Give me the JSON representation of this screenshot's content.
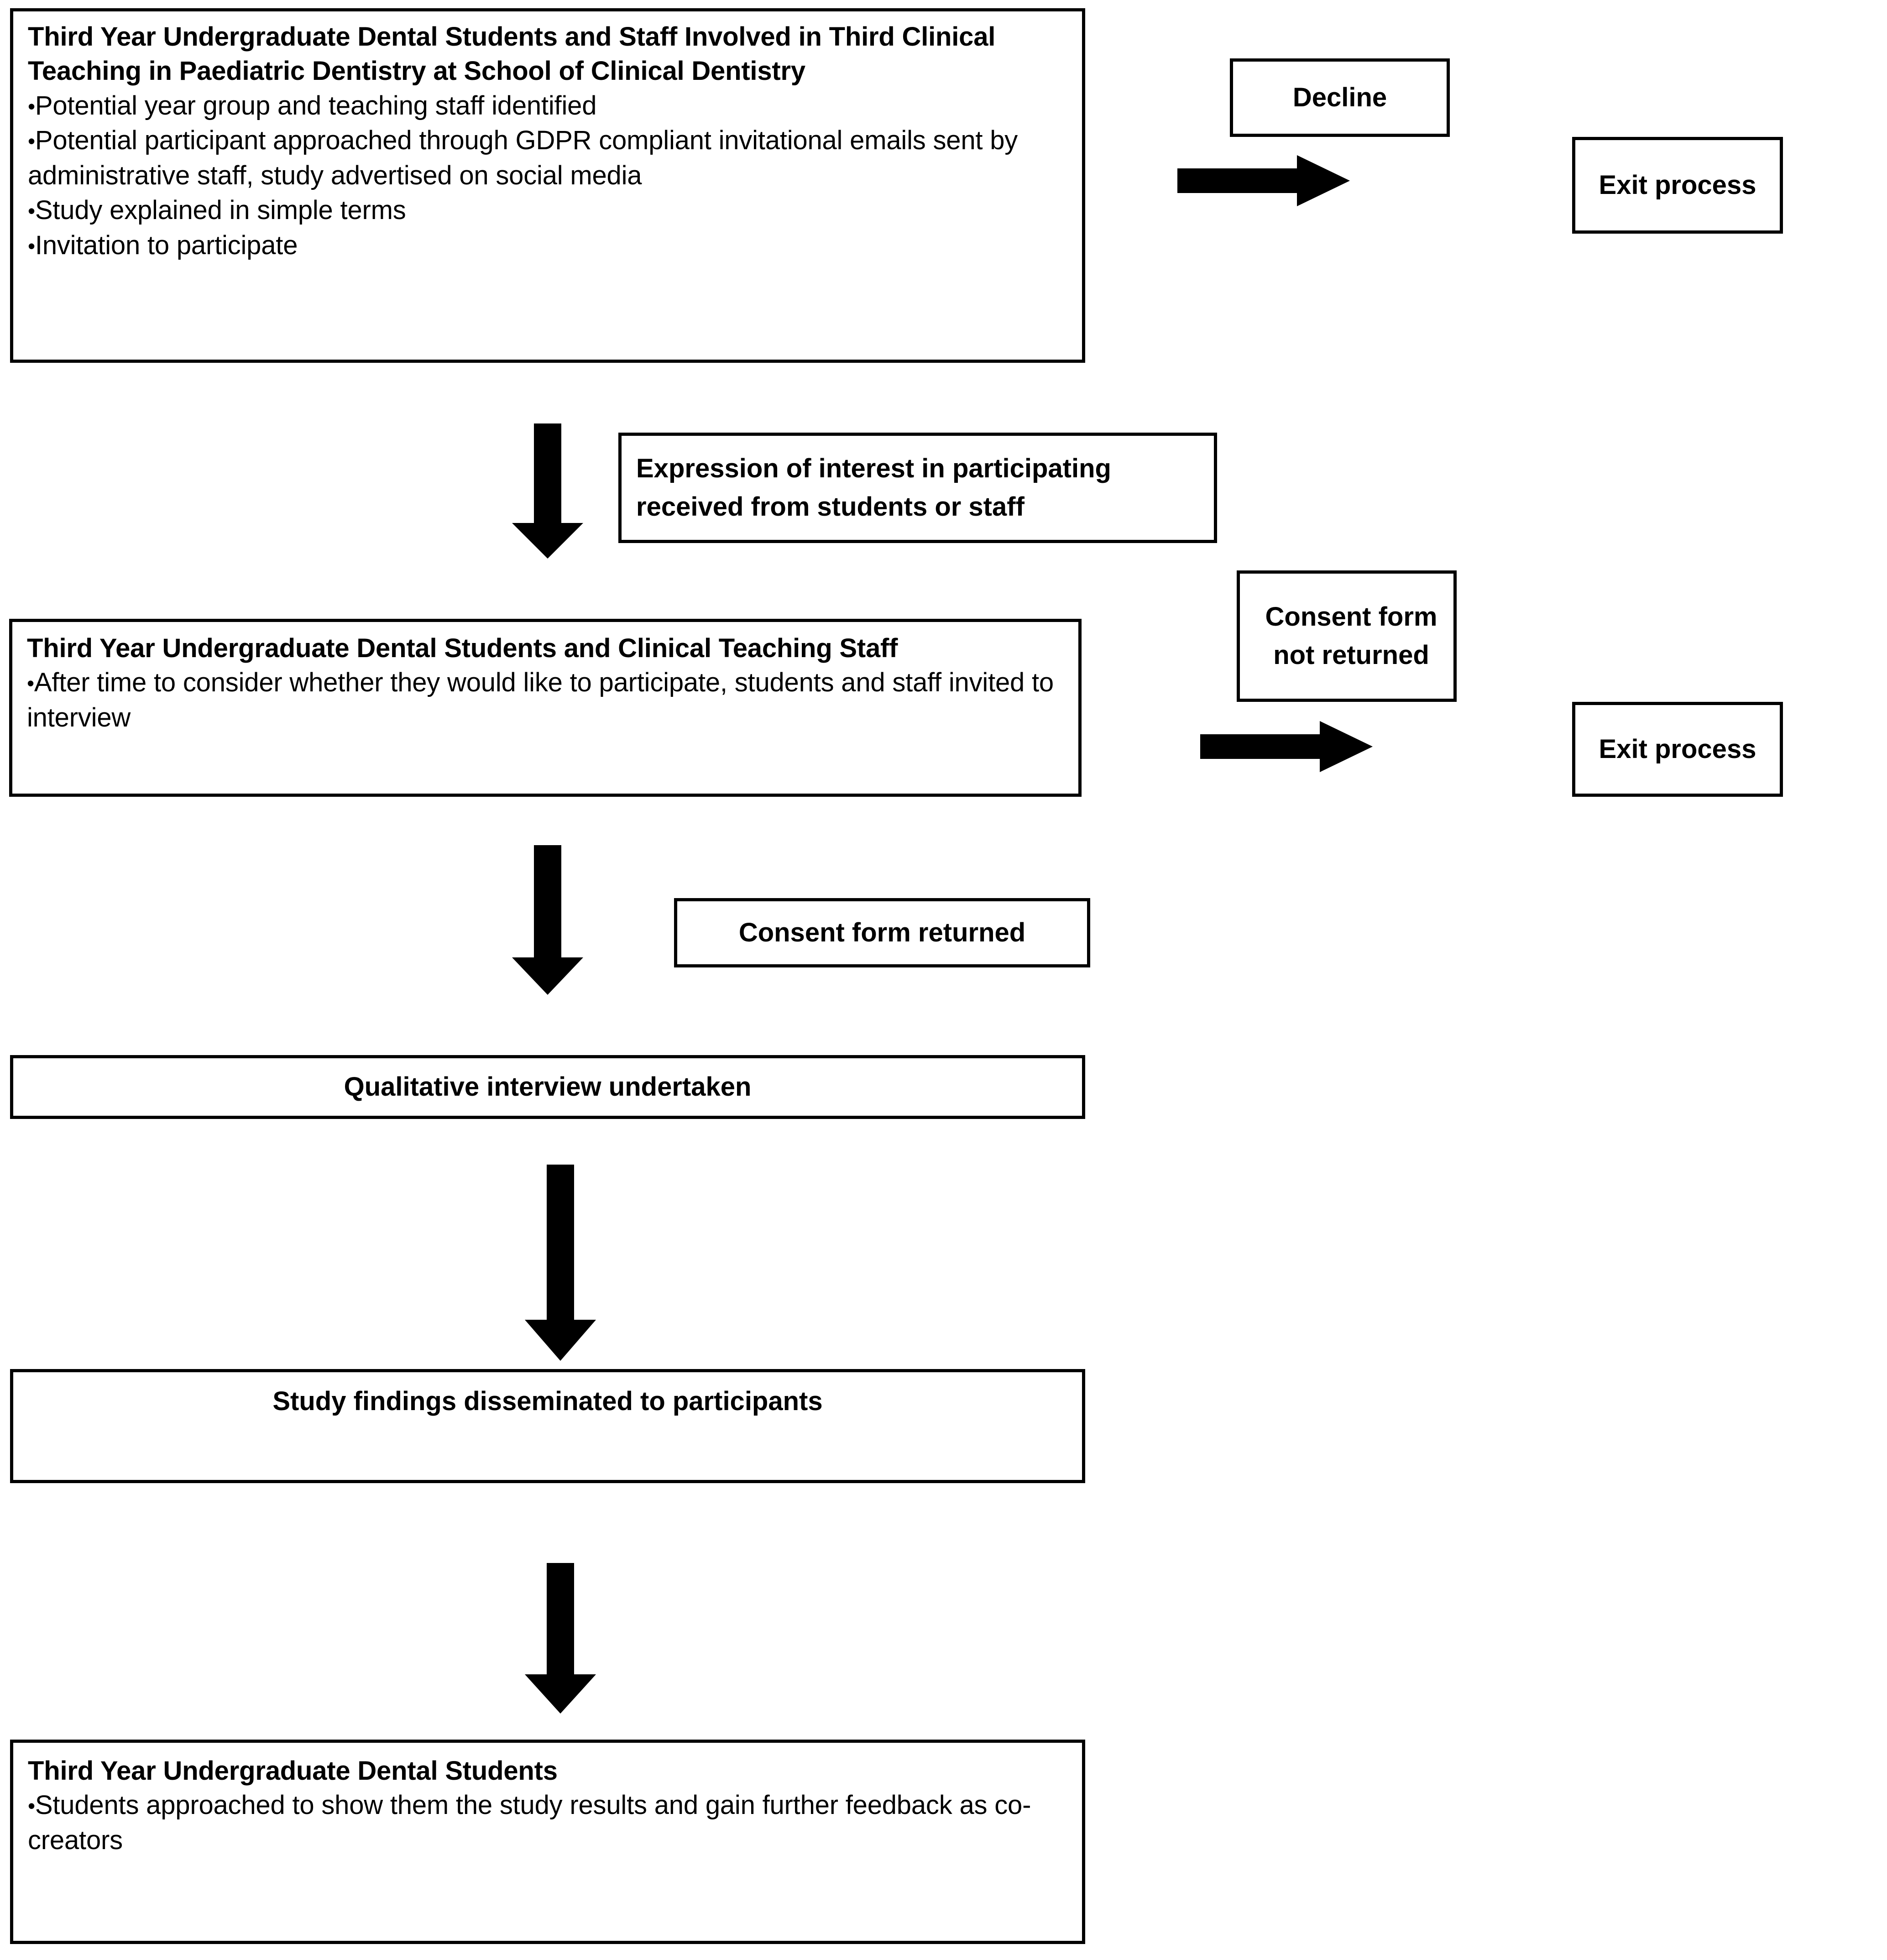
{
  "diagram": {
    "title_semantics": "participant-recruitment-flowchart",
    "stroke_color": "#000000",
    "fill_color": "#ffffff"
  },
  "nodes": {
    "recruitment": {
      "title": "Third Year Undergraduate Dental Students and Staff Involved in Third Clinical Teaching in Paediatric Dentistry at School of Clinical Dentistry",
      "bullets": [
        "Potential year group and teaching staff identified",
        "Potential participant approached through GDPR compliant invitational emails sent by administrative staff, study advertised on social media",
        "Study explained in simple terms",
        "Invitation to participate"
      ]
    },
    "decline": {
      "label": "Decline"
    },
    "exit_process_1": {
      "label": "Exit process"
    },
    "expression_of_interest": {
      "label": "Expression of interest in participating received from students or staff"
    },
    "invited_to_interview": {
      "title": "Third Year Undergraduate Dental Students and Clinical Teaching Staff",
      "bullets": [
        "After time to consider whether they would like to participate, students and staff invited to interview"
      ]
    },
    "consent_not_returned": {
      "label": "Consent form not returned"
    },
    "exit_process_2": {
      "label": "Exit process"
    },
    "consent_returned": {
      "label": "Consent form returned"
    },
    "interview": {
      "label": "Qualitative interview undertaken"
    },
    "dissemination": {
      "label": "Study findings disseminated to participants"
    },
    "co_creation": {
      "title": "Third Year Undergraduate Dental Students",
      "bullets": [
        "Students approached to show them the study results and gain further feedback as co-creators"
      ]
    }
  },
  "connectors": [
    {
      "name": "recruitment-to-exit-1",
      "direction": "right"
    },
    {
      "name": "recruitment-to-invited",
      "direction": "down"
    },
    {
      "name": "invited-to-exit-2",
      "direction": "right"
    },
    {
      "name": "invited-to-interview",
      "direction": "down"
    },
    {
      "name": "interview-to-dissemination",
      "direction": "down"
    },
    {
      "name": "dissemination-to-co-creation",
      "direction": "down"
    }
  ]
}
